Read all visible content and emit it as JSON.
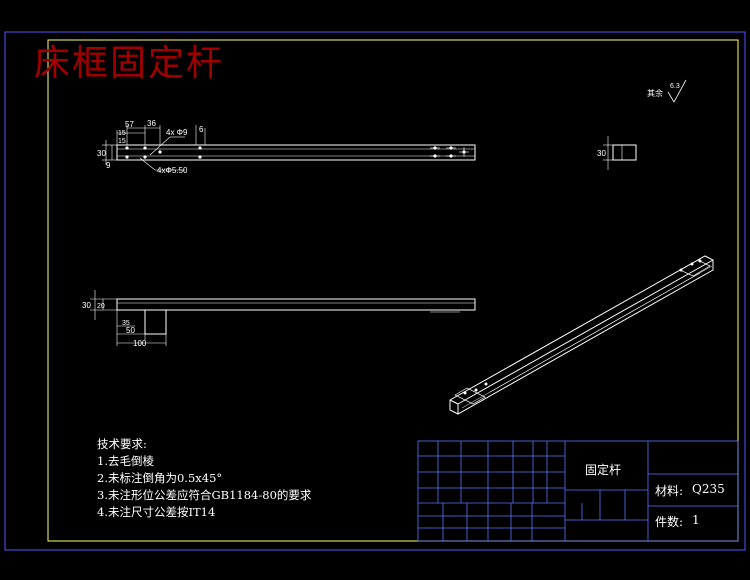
{
  "drawing": {
    "title_overlay": "床框固定杆",
    "roughness_label": "其余",
    "roughness_value": "6.3"
  },
  "dimensions": {
    "top_view": [
      "57",
      "36",
      "4x Φ9",
      "6",
      "30",
      "9",
      "4xΦ5.50",
      "15",
      "15"
    ],
    "right_view": [
      "30"
    ],
    "front_view": [
      "30",
      "20",
      "35",
      "50",
      "100"
    ]
  },
  "technical_requirements": {
    "heading": "技术要求:",
    "items": [
      "1.去毛倒棱",
      "2.未标注倒角为0.5x45°",
      "3.未注形位公差应符合GB1184-80的要求",
      "4.未注尺寸公差按IT14"
    ]
  },
  "title_block": {
    "part_name": "固定杆",
    "material_label": "材料:",
    "material_value": "Q235",
    "quantity_label": "件数:",
    "quantity_value": "1"
  },
  "colors": {
    "frame": "#ffff66",
    "outer_frame": "#5555ff",
    "lines": "#ffffff",
    "dimensions": "#ffffff",
    "title_block_lines": "#4466ff",
    "overlay_title": "#a00000"
  }
}
